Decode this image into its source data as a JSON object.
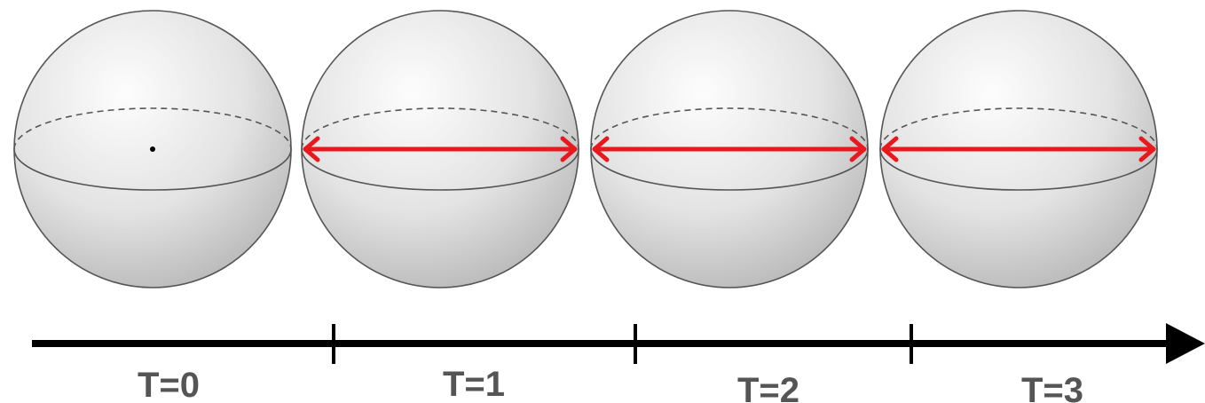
{
  "colors": {
    "sphere_light": "#fbfbfb",
    "sphere_dark": "#b9b9b9",
    "outline": "#555555",
    "arrow": "#e8191e",
    "timeline": "#000000",
    "label": "#555555"
  },
  "spheres": [
    {
      "time": "T=0",
      "diameter_arrow": false,
      "center_dot": true
    },
    {
      "time": "T=1",
      "diameter_arrow": true,
      "center_dot": false
    },
    {
      "time": "T=2",
      "diameter_arrow": true,
      "center_dot": false
    },
    {
      "time": "T=3",
      "diameter_arrow": true,
      "center_dot": false
    }
  ]
}
